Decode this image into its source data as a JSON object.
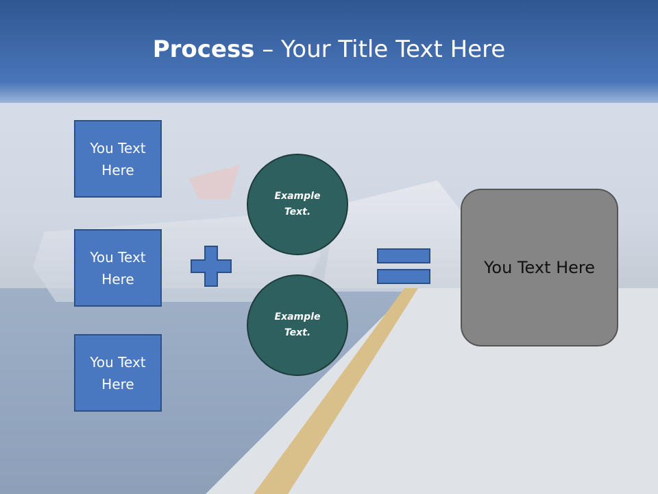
{
  "slide": {
    "title_bold": "Process",
    "title_rest": " – Your Title Text Here"
  },
  "left_boxes": [
    {
      "line1": "You Text",
      "line2": "Here"
    },
    {
      "line1": "You Text",
      "line2": "Here"
    },
    {
      "line1": "You Text",
      "line2": "Here"
    }
  ],
  "circles": [
    {
      "line1": "Example",
      "line2": "Text."
    },
    {
      "line1": "Example",
      "line2": "Text."
    }
  ],
  "result_box": {
    "label": "You Text Here"
  },
  "colors": {
    "header": "#3c66a6",
    "box_fill": "#4a78c0",
    "circle_fill": "#2f6060",
    "result_fill": "#858585"
  },
  "icons": {
    "operator1": "plus-icon",
    "operator2": "equals-icon"
  }
}
